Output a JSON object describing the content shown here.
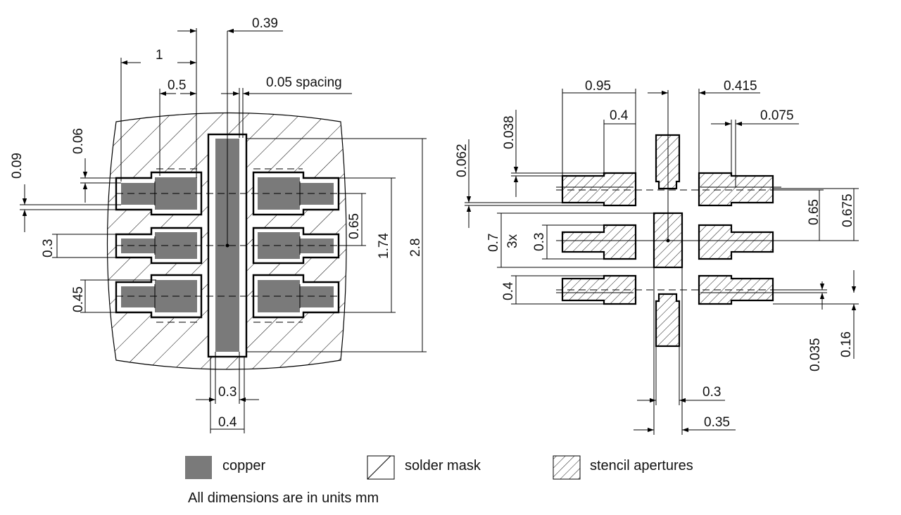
{
  "left_view": {
    "dims": {
      "d_039": "0.39",
      "d_1": "1",
      "d_05": "0.5",
      "d_005_spacing": "0.05 spacing",
      "d_006": "0.06",
      "d_009": "0.09",
      "d_03_pitch": "0.3",
      "d_045": "0.45",
      "d_065": "0.65",
      "d_174": "1.74",
      "d_28": "2.8",
      "d_03_bottom": "0.3",
      "d_04_bottom": "0.4"
    }
  },
  "right_view": {
    "dims": {
      "d_095": "0.95",
      "d_0415": "0.415",
      "d_04_top": "0.4",
      "d_0075": "0.075",
      "d_0038": "0.038",
      "d_0062": "0.062",
      "d_07": "0.7",
      "d_3x": "3x",
      "d_03_height": "0.3",
      "d_04_left": "0.4",
      "d_065": "0.65",
      "d_0675": "0.675",
      "d_0035": "0.035",
      "d_016": "0.16",
      "d_03_bottom": "0.3",
      "d_035_bottom": "0.35"
    }
  },
  "legend": {
    "copper": "copper",
    "solder_mask": "solder mask",
    "stencil_apertures": "stencil apertures",
    "note": "All dimensions are in units mm"
  },
  "colors": {
    "copper": "#7a7a7a",
    "line": "#000000"
  }
}
